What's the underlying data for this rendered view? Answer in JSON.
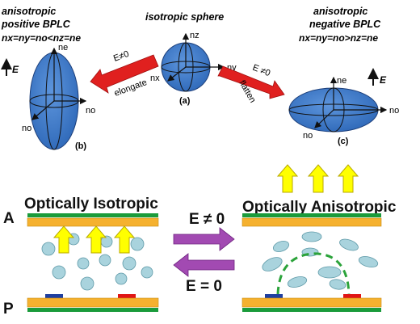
{
  "top": {
    "left_panel": {
      "title_line1": "anisotropic",
      "title_line2": "positive BPLC",
      "condition": "nx=ny=no<nz=ne",
      "field_label": "E",
      "axis_top": "ne",
      "axis_left": "no",
      "axis_right": "no",
      "panel_id": "(b)"
    },
    "center_panel": {
      "title": "isotropic sphere",
      "axis_top": "nz",
      "axis_left": "nx",
      "axis_right": "ny",
      "panel_id": "(a)"
    },
    "right_panel": {
      "title_line1": "anisotropic",
      "title_line2": "negative BPLC",
      "condition": "nx=ny=no>nz=ne",
      "field_label": "E",
      "axis_top": "ne",
      "axis_left": "no",
      "axis_right": "no",
      "panel_id": "(c)"
    },
    "left_arrow": {
      "field": "E≠0",
      "action": "elongate"
    },
    "right_arrow": {
      "field": "E ≠0",
      "action": "flatten"
    }
  },
  "bottom": {
    "left_title": "Optically Isotropic",
    "right_title": "Optically Anisotropic",
    "label_A": "A",
    "label_P": "P",
    "arrow_right_label": "E ≠ 0",
    "arrow_left_label": "E = 0"
  },
  "colors": {
    "ellipsoid": "#3d78c7",
    "red_arrow": "#e0201f",
    "purple_arrow": "#a24ab2",
    "yellow_arrow": "#ffff00",
    "green_layer": "#1a9b3b",
    "orange_layer": "#f5b12f",
    "blue_electrode": "#1f3fa0",
    "red_electrode": "#e01515",
    "lc_molecule": "#a9d3dd",
    "dashed_field_line": "#2ba33a"
  }
}
